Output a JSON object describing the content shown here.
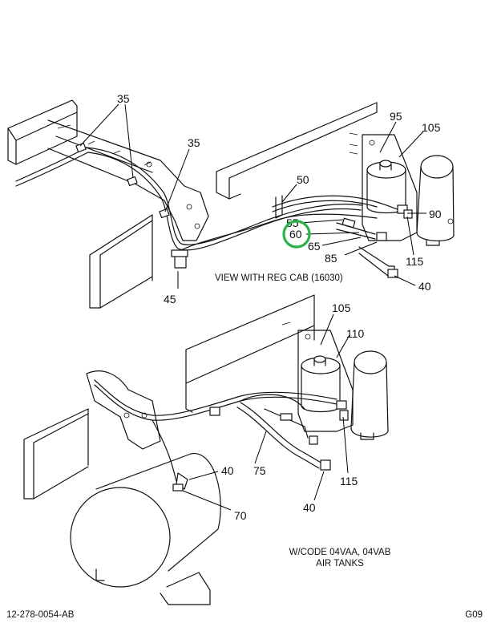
{
  "callouts": {
    "c35a": "35",
    "c35b": "35",
    "c50": "50",
    "c55": "55",
    "c60": "60",
    "c65": "65",
    "c85": "85",
    "c45": "45",
    "c95": "95",
    "c105a": "105",
    "c90": "90",
    "c115a": "115",
    "c40a": "40",
    "c105b": "105",
    "c110": "110",
    "c75": "75",
    "c115b": "115",
    "c40b": "40",
    "c40c": "40",
    "c70": "70"
  },
  "captions": {
    "reg_cab": "VIEW WITH REG CAB (16030)",
    "wcode_line1": "W/CODE 04VAA, 04VAB",
    "wcode_line2": "AIR TANKS"
  },
  "footer": {
    "drawing_number": "12-278-0054-AB",
    "sheet_code": "G09"
  },
  "highlight": {
    "target": "60",
    "color": "#2db14a"
  }
}
